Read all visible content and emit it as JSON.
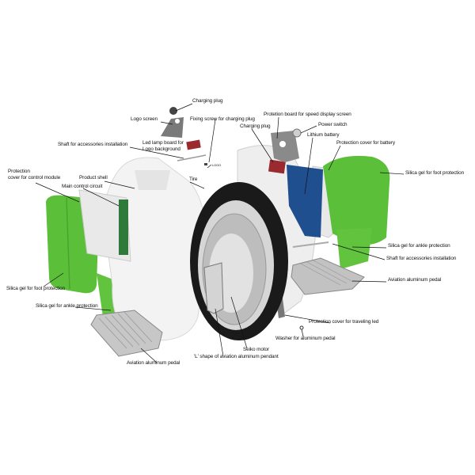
{
  "colors": {
    "green": "#5cbf3a",
    "battery": "#1f4f8f",
    "red": "#9b2a2e",
    "shell": "#f2f2f2",
    "tire": "#1a1a1a"
  },
  "labels": {
    "charging_plug_top": "Charging plug",
    "logo_screen": "Logo screen",
    "fixing_screw": "Fixing screw for charging plug",
    "shaft_left": "Shaft for accessories installation",
    "led_lamp_1": "Led lamp board for",
    "led_lamp_2": "Logo background",
    "logo": "LOGO",
    "protection_cover_1": "Protection",
    "protection_cover_2": "cover for control module",
    "product_shell": "Product shell",
    "main_control": "Main control circuit",
    "tire": "Tire",
    "protection_board": "Protetion board for speed display screen",
    "charging_plug_right": "Charging plug",
    "power_switch": "Power switch",
    "lithium_battery": "Lithium battery",
    "battery_cover": "Protection cover for battery",
    "silica_foot_right": "Silica gel for foot protection",
    "silica_ankle_right": "Silica gel for ankle protection",
    "shaft_right": "Shaft for accessories installation",
    "pedal_right": "Aviation aluminum pedal",
    "silica_foot_left": "Silica gel for foot protection",
    "silica_ankle_left": "Silica gel for ankle protection",
    "traveling_led_cover": "Protection cover for traveling led",
    "washer": "Washer for aluminum pedal",
    "seiko_motor": "Seiko motor",
    "l_pendant": "'L' shape of aviation aluminum pendant",
    "pedal_left": "Aviation aluminum pedal"
  }
}
